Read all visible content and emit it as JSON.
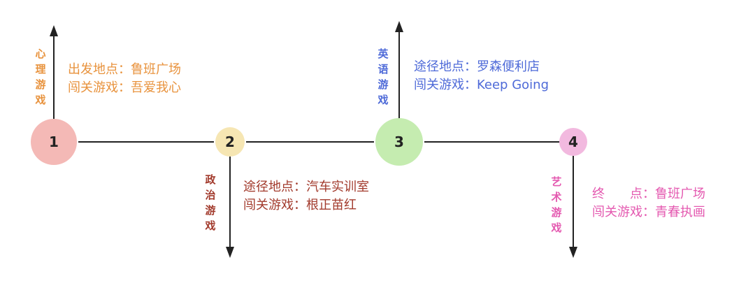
{
  "colors": {
    "line": "#222222",
    "stop1_fill": "#f4b9b6",
    "stop2_fill": "#f6e6b3",
    "stop3_fill": "#c5ecb0",
    "stop4_fill": "#f2b9df",
    "stop1_text": "#e8923c",
    "stop2_text": "#a23a2c",
    "stop3_text": "#4e6ad8",
    "stop4_text": "#e459b0"
  },
  "stops": [
    {
      "number": "1",
      "category": [
        "心",
        "理",
        "游",
        "戏"
      ],
      "location_line": "出发地点：鲁班广场",
      "game_line": "闯关游戏：吾爱我心"
    },
    {
      "number": "2",
      "category": [
        "政",
        "治",
        "游",
        "戏"
      ],
      "location_line": "途径地点：汽车实训室",
      "game_line": "闯关游戏：根正苗红"
    },
    {
      "number": "3",
      "category": [
        "英",
        "语",
        "游",
        "戏"
      ],
      "location_line": "途径地点：罗森便利店",
      "game_line": "闯关游戏：Keep Going"
    },
    {
      "number": "4",
      "category": [
        "艺",
        "术",
        "游",
        "戏"
      ],
      "location_line": "终　　点：鲁班广场",
      "game_line": "闯关游戏：青春执画"
    }
  ]
}
